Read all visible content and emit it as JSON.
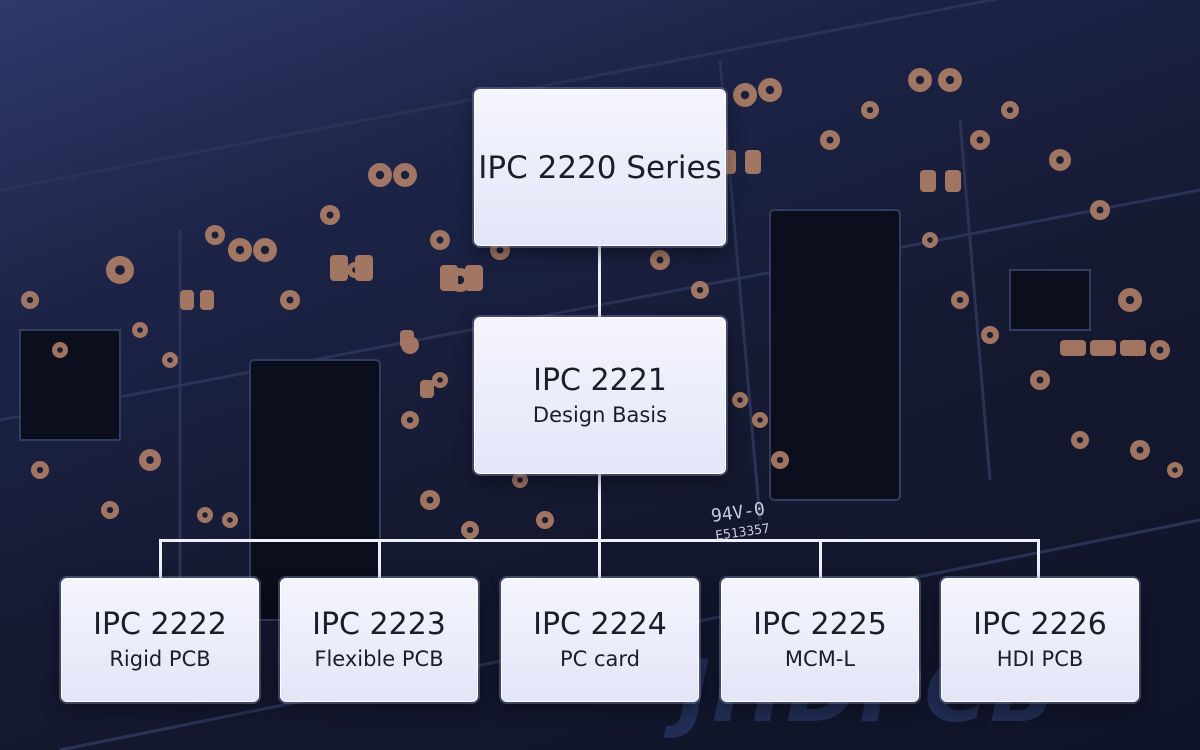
{
  "diagram": {
    "root": {
      "title": "IPC 2220 Series"
    },
    "basis": {
      "title": "IPC 2221",
      "subtitle": "Design Basis"
    },
    "children": [
      {
        "title": "IPC 2222",
        "subtitle": "Rigid PCB"
      },
      {
        "title": "IPC 2223",
        "subtitle": "Flexible PCB"
      },
      {
        "title": "IPC 2224",
        "subtitle": "PC card"
      },
      {
        "title": "IPC 2225",
        "subtitle": "MCM-L"
      },
      {
        "title": "IPC 2226",
        "subtitle": "HDI PCB"
      }
    ]
  },
  "background": {
    "board_marking": "94V-0",
    "board_code": "E513357",
    "watermark": "JHDPCB"
  },
  "colors": {
    "background_dark": "#141930",
    "box_fill": "#eceefb",
    "connector": "#eef0ff",
    "copper_pad": "#b98569"
  }
}
